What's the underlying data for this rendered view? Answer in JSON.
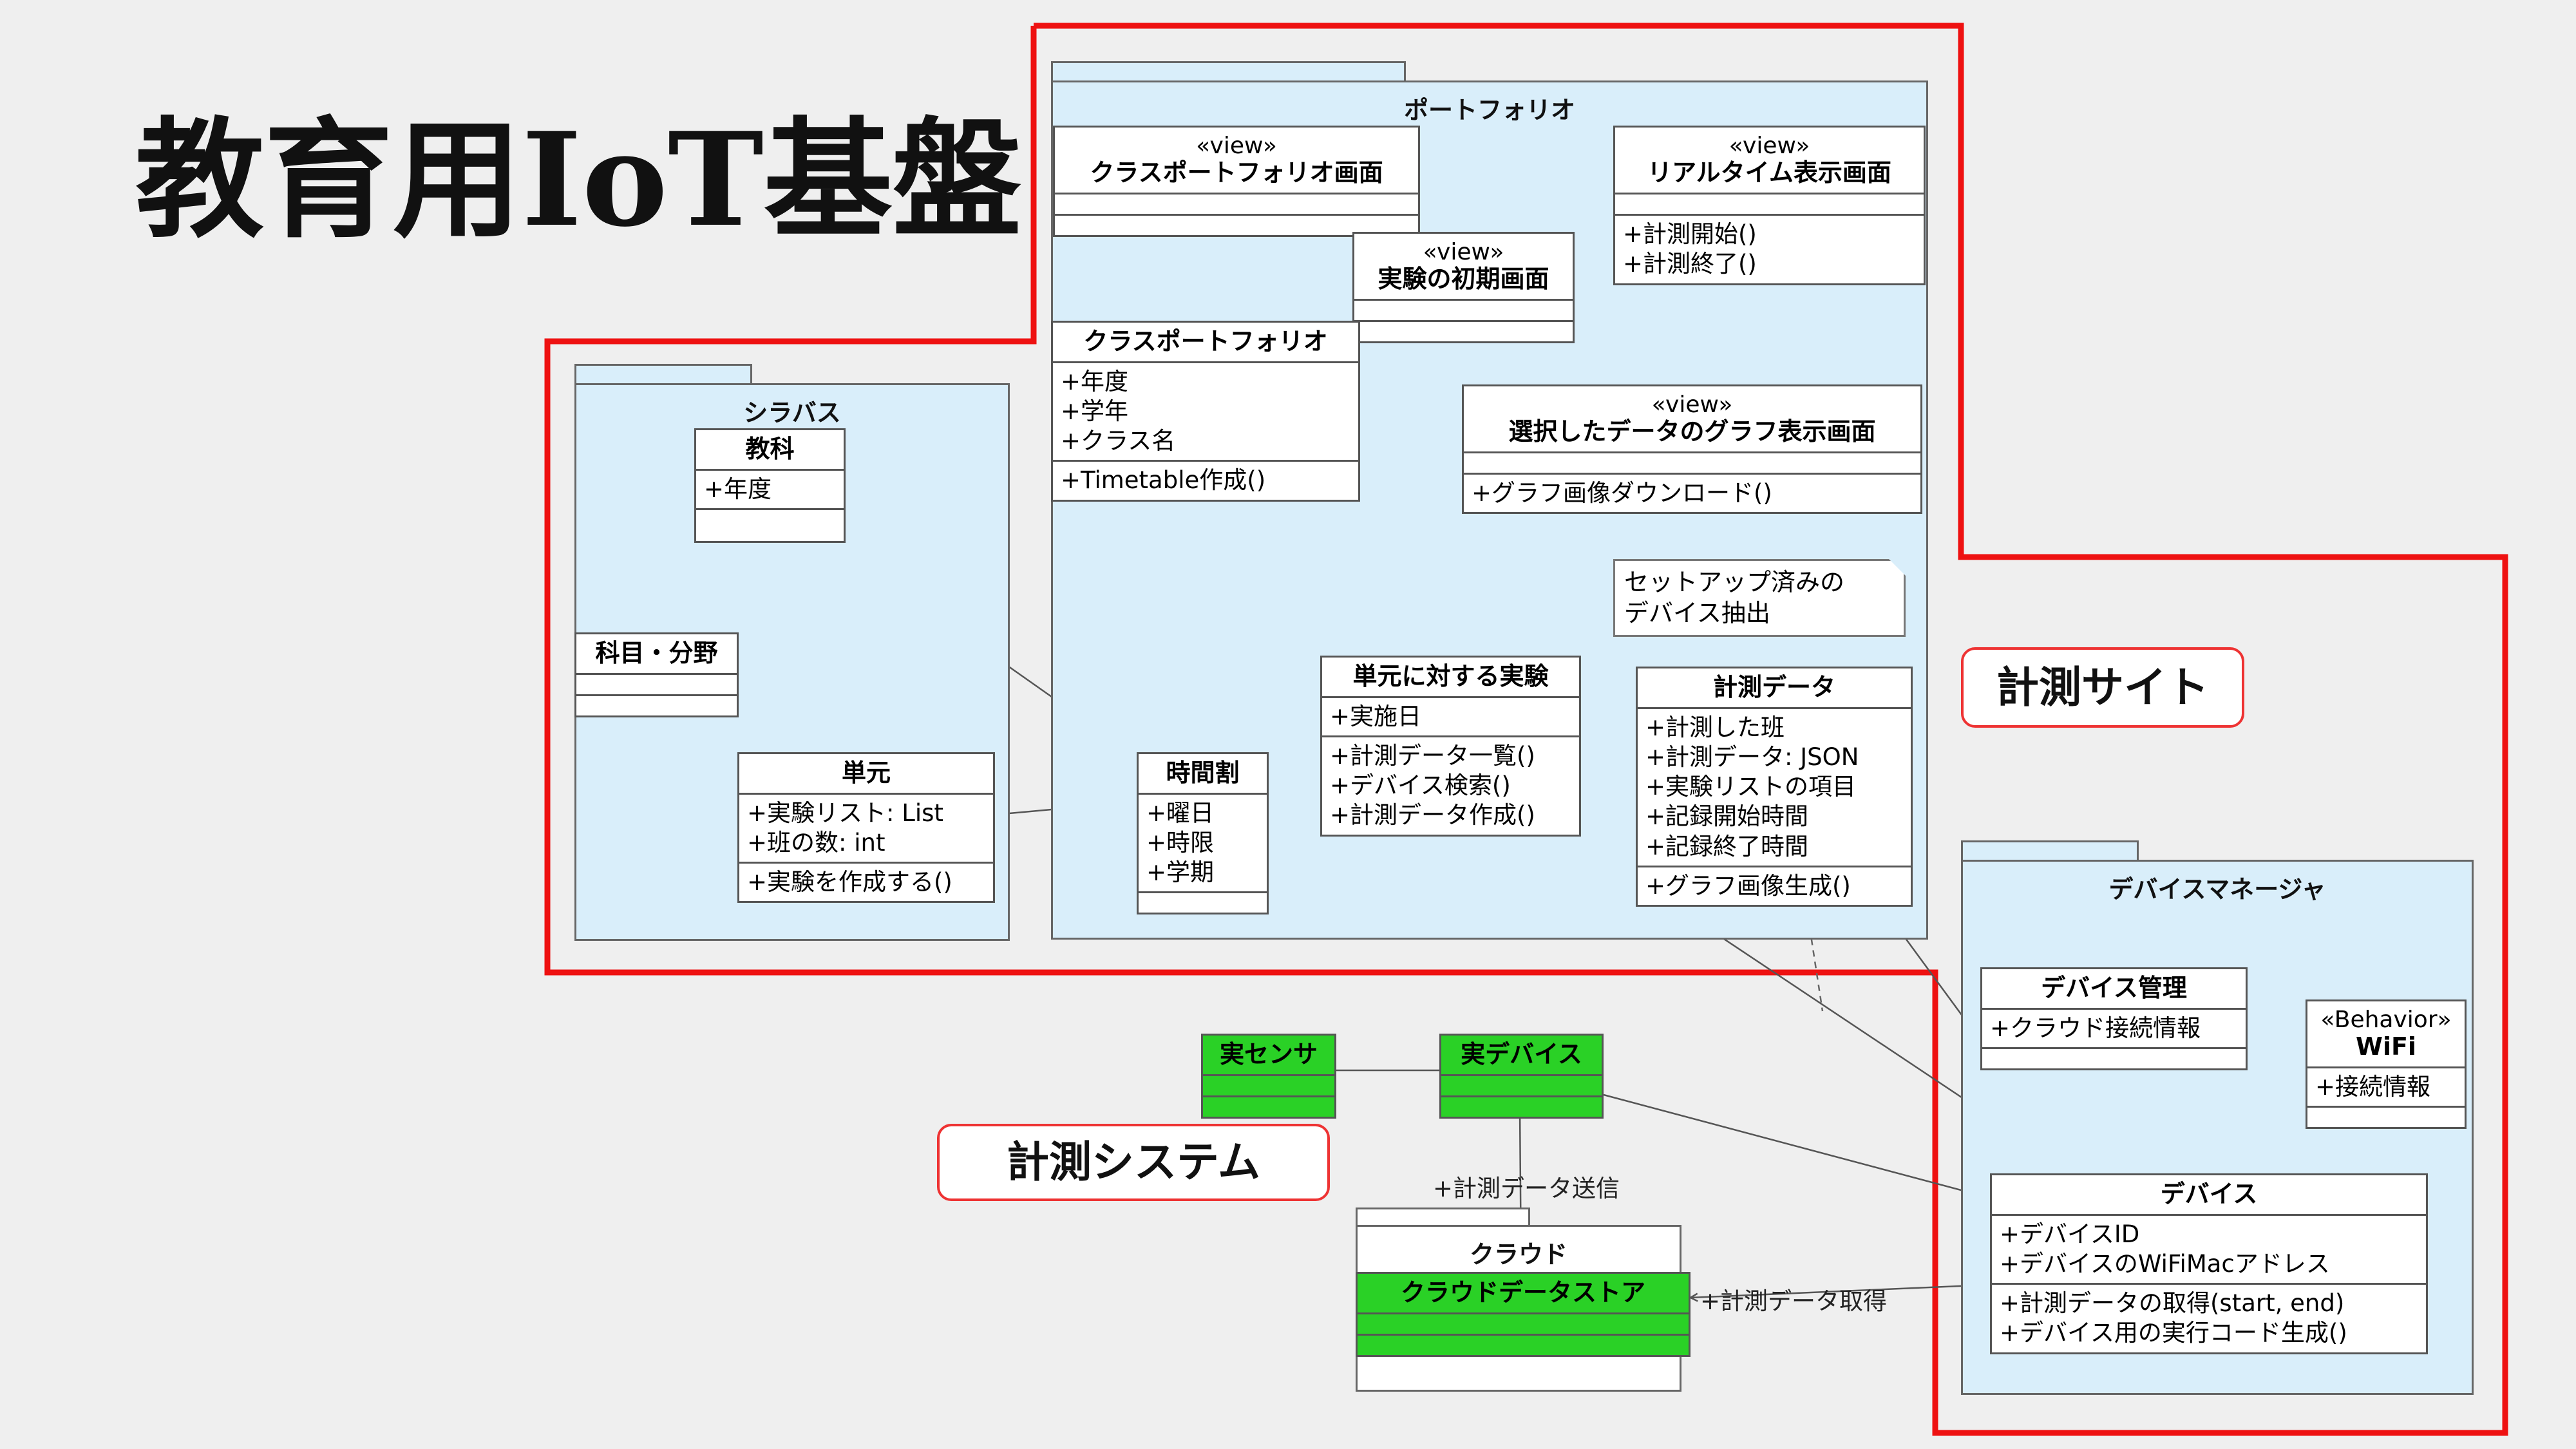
{
  "title": "教育用IoT基盤",
  "colors": {
    "boundary": "#ee1111",
    "package_fill": "#d9eefa",
    "green": "#2ad126"
  },
  "callouts": {
    "site": "計測サイト",
    "system": "計測システム"
  },
  "packages": {
    "portfolio": "ポートフォリオ",
    "syllabus": "シラバス",
    "device_manager": "デバイスマネージャ",
    "cloud": "クラウド"
  },
  "classes": {
    "class_portfolio_view": {
      "stereotype": "«view»",
      "name": "クラスポートフォリオ画面"
    },
    "experiment_initial_view": {
      "stereotype": "«view»",
      "name": "実験の初期画面"
    },
    "realtime_view": {
      "stereotype": "«view»",
      "name": "リアルタイム表示画面",
      "ops": [
        "+計測開始()",
        "+計測終了()"
      ]
    },
    "graph_view": {
      "stereotype": "«view»",
      "name": "選択したデータのグラフ表示画面",
      "ops": [
        "+グラフ画像ダウンロード()"
      ]
    },
    "class_portfolio": {
      "name": "クラスポートフォリオ",
      "attrs": [
        "+年度",
        "+学年",
        "+クラス名"
      ],
      "ops": [
        "+Timetable作成()"
      ]
    },
    "unit_experiment": {
      "name": "単元に対する実験",
      "attrs": [
        "+実施日"
      ],
      "ops": [
        "+計測データ一覧()",
        "+デバイス検索()",
        "+計測データ作成()"
      ]
    },
    "measurement_data": {
      "name": "計測データ",
      "attrs": [
        "+計測した班",
        "+計測データ: JSON",
        "+実験リストの項目",
        "+記録開始時間",
        "+記録終了時間"
      ],
      "ops": [
        "+グラフ画像生成()"
      ]
    },
    "timetable": {
      "name": "時間割",
      "attrs": [
        "+曜日",
        "+時限",
        "+学期"
      ]
    },
    "subject": {
      "name": "教科",
      "attrs": [
        "+年度"
      ]
    },
    "field": {
      "name": "科目・分野"
    },
    "unit": {
      "name": "単元",
      "attrs": [
        "+実験リスト: List",
        "+班の数: int"
      ],
      "ops": [
        "+実験を作成する()"
      ]
    },
    "device_management": {
      "name": "デバイス管理",
      "attrs": [
        "+クラウド接続情報"
      ]
    },
    "wifi": {
      "stereotype": "«Behavior»",
      "name": "WiFi",
      "attrs": [
        "+接続情報"
      ]
    },
    "device": {
      "name": "デバイス",
      "attrs": [
        "+デバイスID",
        "+デバイスのWiFiMacアドレス"
      ],
      "ops": [
        "+計測データの取得(start, end)",
        "+デバイス用の実行コード生成()"
      ]
    },
    "real_sensor": {
      "name": "実センサ"
    },
    "real_device": {
      "name": "実デバイス"
    },
    "cloud_store": {
      "name": "クラウドデータストア"
    }
  },
  "note": {
    "line1": "セットアップ済みの",
    "line2": "デバイス抽出"
  },
  "labels": {
    "send": "+計測データ送信",
    "get": "+計測データ取得"
  }
}
